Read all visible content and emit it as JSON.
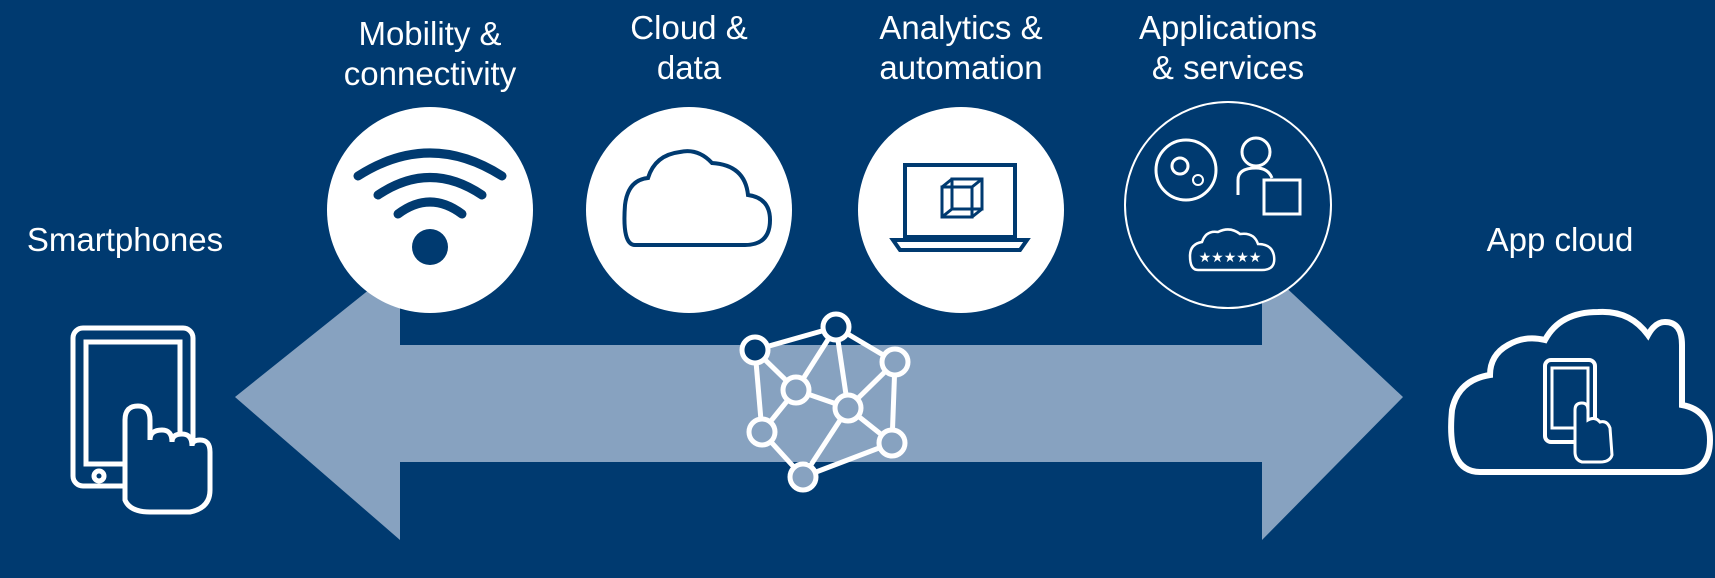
{
  "colors": {
    "background": "#003a70",
    "arrow": "#87a2c0",
    "icon_white": "#ffffff",
    "icon_navy": "#003a70"
  },
  "left_endpoint": {
    "label": "Smartphones",
    "icon": "tablet-touch-icon"
  },
  "right_endpoint": {
    "label": "App cloud",
    "icon": "cloud-tablet-icon"
  },
  "hub": {
    "icon": "network-graph-icon"
  },
  "pillars": [
    {
      "line1": "Mobility &",
      "line2": "connectivity",
      "icon": "wifi-icon"
    },
    {
      "line1": "Cloud &",
      "line2": "data",
      "icon": "cloud-icon"
    },
    {
      "line1": "Analytics &",
      "line2": "automation",
      "icon": "laptop-cube-icon"
    },
    {
      "line1": "Applications",
      "line2": "& services",
      "icon": "services-rating-icon"
    }
  ]
}
